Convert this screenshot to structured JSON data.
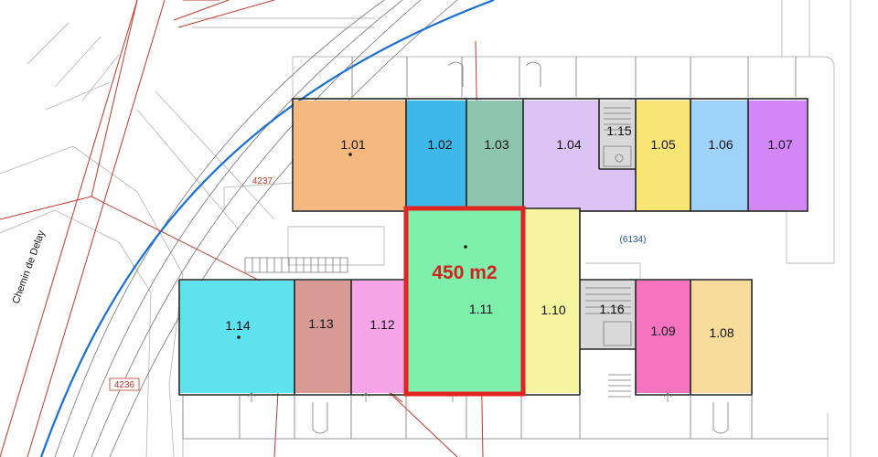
{
  "street": {
    "name": "Chemin de Delay"
  },
  "parcels": [
    {
      "id": "4237"
    },
    {
      "id": "4236"
    }
  ],
  "plot": {
    "id": "(6134)"
  },
  "highlight": {
    "area_label": "450 m2",
    "unit": "1.11"
  },
  "units": [
    {
      "id": "1.01",
      "color": "#f5b87f"
    },
    {
      "id": "1.02",
      "color": "#3eb8e8"
    },
    {
      "id": "1.03",
      "color": "#8cc6ae"
    },
    {
      "id": "1.04",
      "color": "#dcc3f5"
    },
    {
      "id": "1.15",
      "color": "#d9d9d9"
    },
    {
      "id": "1.05",
      "color": "#f8e573"
    },
    {
      "id": "1.06",
      "color": "#9fd2f9"
    },
    {
      "id": "1.07",
      "color": "#d386f7"
    },
    {
      "id": "1.10",
      "color": "#f5f4a0"
    },
    {
      "id": "1.16",
      "color": "#d9d9d9"
    },
    {
      "id": "1.09",
      "color": "#f573bf"
    },
    {
      "id": "1.08",
      "color": "#f8dc9c"
    },
    {
      "id": "1.14",
      "color": "#5ee2ee"
    },
    {
      "id": "1.13",
      "color": "#d89a94"
    },
    {
      "id": "1.12",
      "color": "#f5a5e8"
    },
    {
      "id": "1.11",
      "color": "#7ef0ab"
    }
  ],
  "colors": {
    "highlight_border": "#e02424",
    "road_line": "#1a6fd4",
    "parcel_line": "#c0392b"
  }
}
